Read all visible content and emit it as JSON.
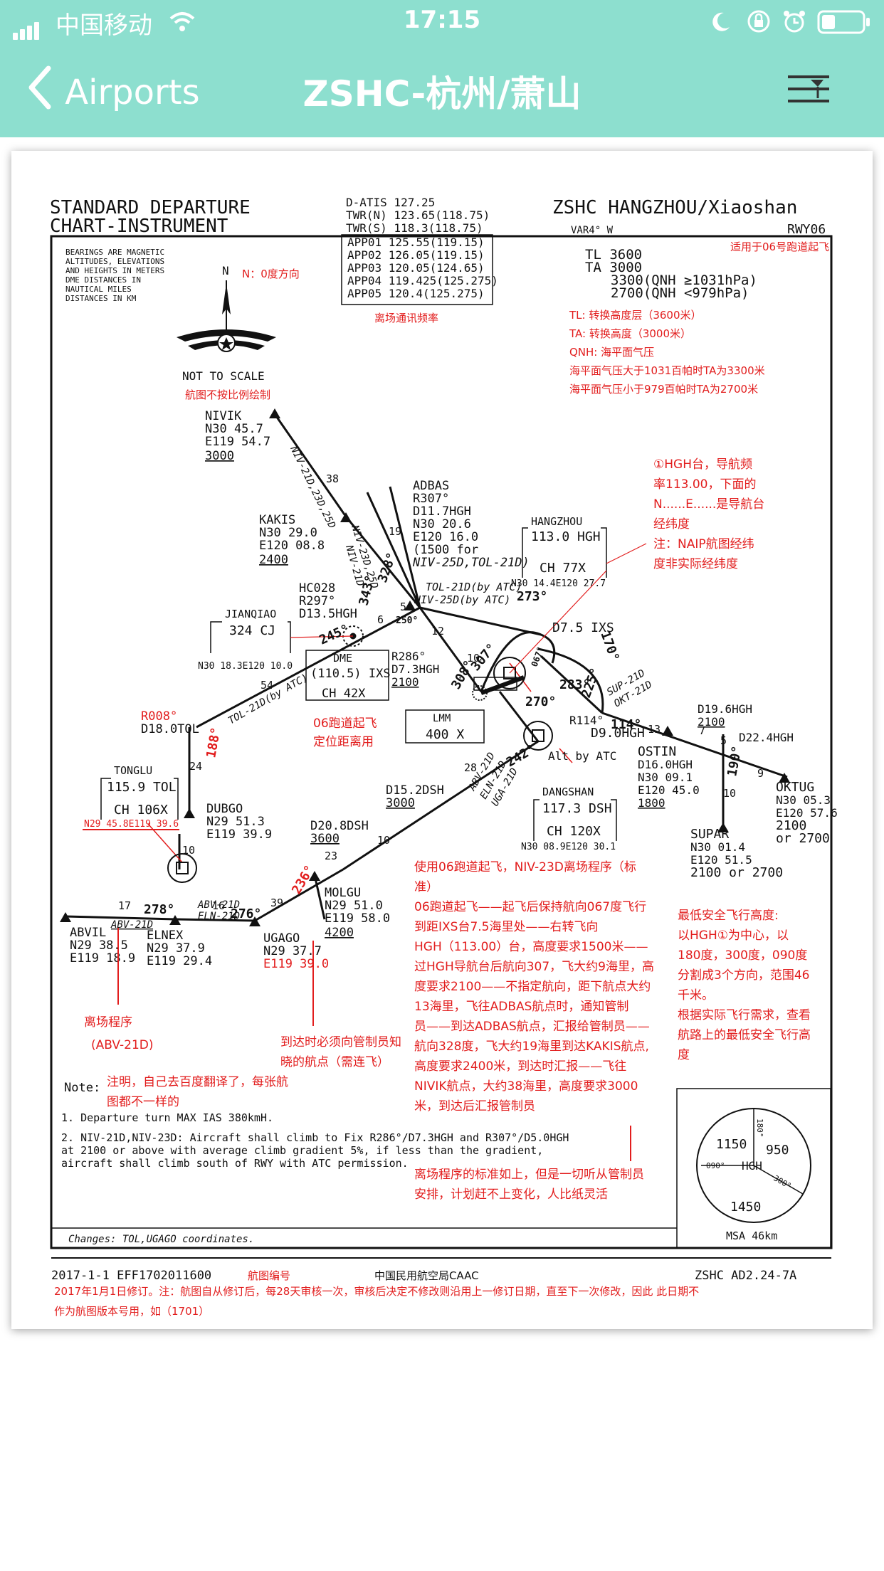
{
  "status_bar": {
    "carrier": "中国移动",
    "time": "17:15"
  },
  "nav": {
    "back_label": "Airports",
    "title": "ZSHC-杭州/萧山"
  },
  "chart": {
    "header_left_1": "STANDARD DEPARTURE",
    "header_left_2": "CHART-INSTRUMENT",
    "atis": [
      "D-ATIS 127.25",
      "TWR(N) 123.65(118.75)",
      "TWR(S) 118.3(118.75)"
    ],
    "app": [
      "APP01  125.55(119.15)",
      "APP02  126.05(119.15)",
      "APP03  120.05(124.65)",
      "APP04  119.425(125.275)",
      "APP05  120.4(125.275)"
    ],
    "app_note": "离场通讯频率",
    "airport": "ZSHC  HANGZHOU/Xiaoshan",
    "var": "VAR4° W",
    "rwy": "RWY06",
    "rwy_note": "适用于06号跑道起飞",
    "tl": "TL 3600",
    "ta": "TA 3000",
    "ta1": "3300(QNH ≥1031hPa)",
    "ta2": "2700(QNH <979hPa)",
    "notes_red": [
      "TL: 转换高度层（3600米）",
      "TA: 转换高度（3000米）",
      "QNH: 海平面气压",
      "海平面气压大于1031百帕时TA为3300米",
      "海平面气压小于979百帕时TA为2700米"
    ],
    "bearing_note": [
      "BEARINGS ARE MAGNETIC",
      "ALTITUDES, ELEVATIONS",
      "AND HEIGHTS IN METERS",
      "DME    DISTANCES    IN",
      "NAUTICAL           MILES",
      "DISTANCES IN KM"
    ],
    "north": "N",
    "north_note": "N：0度方向",
    "not_to_scale": "NOT TO SCALE",
    "not_to_scale_note": "航图不按比例绘制",
    "nivik": [
      "NIVIK",
      "N30 45.7",
      "E119 54.7",
      "3000"
    ],
    "kakis": [
      "KAKIS",
      "N30 29.0",
      "E120 08.8",
      "2400"
    ],
    "adbas": [
      "ADBAS",
      "R307°",
      "D11.7HGH",
      "N30 20.6",
      "E120 16.0",
      "(1500 for",
      "NIV-25D,TOL-21D)"
    ],
    "hc028": [
      "HC028",
      "R297°",
      "D13.5HGH"
    ],
    "jianqiao": [
      "JIANQIAO",
      "324 CJ",
      "N30 18.3E120 10.0"
    ],
    "hangzhou": [
      "HANGZHOU",
      "113.0 HGH",
      "CH 77X",
      "N30 14.4E120 27.7"
    ],
    "hgh_note": [
      "①HGH台，导航频",
      "率113.00，下面的",
      "N......E......是导航台",
      "经纬度",
      "注：NAIP航图经纬",
      "度非实际经纬度"
    ],
    "dme": [
      "DME",
      "(110.5) IXS",
      "CH 42X"
    ],
    "dme_note": [
      "06跑道起飞",
      "定位距离用"
    ],
    "lmm": [
      "LMM",
      "400 X"
    ],
    "r286": [
      "R286°",
      "D7.3HGH",
      "2100"
    ],
    "d75": "D7.5 IXS",
    "d90": [
      "R114°",
      "D9.0HGH"
    ],
    "ostin": [
      "OSTIN",
      "D16.0HGH",
      "N30 09.1",
      "E120 45.0",
      "1800"
    ],
    "d196": [
      "D19.6HGH",
      "2100"
    ],
    "d224": "D22.4HGH",
    "oktug": [
      "OKTUG",
      "N30 05.3",
      "E120 57.6",
      "2100",
      "or 2700"
    ],
    "supar": [
      "SUPAR",
      "N30 01.4",
      "E120 51.5",
      "2100 or 2700"
    ],
    "dangshan": [
      "DANGSHAN",
      "117.3 DSH",
      "CH 120X",
      "N30 08.9E120 30.1"
    ],
    "d152": [
      "D15.2DSH",
      "3000"
    ],
    "d208": [
      "D20.8DSH",
      "3600"
    ],
    "molgu": [
      "MOLGU",
      "N29 51.0",
      "E119 58.0",
      "4200"
    ],
    "ugago": [
      "UGAGO",
      "N29 37.7",
      "E119 39.0"
    ],
    "elnex": [
      "ELNEX",
      "N29 37.9",
      "E119 29.4"
    ],
    "abvil": [
      "ABVIL",
      "N29 38.5",
      "E119 18.9"
    ],
    "dubgo": [
      "DUBGO",
      "N29 51.3",
      "E119 39.9"
    ],
    "tonglu": [
      "TONGLU",
      "115.9 TOL",
      "CH 106X",
      "N29 45.8E119 39.6"
    ],
    "r008": "R008°",
    "d18": "D18.0TOL",
    "routes": [
      "NIV-21D,23D,25D",
      "NIV-23D,25D",
      "NIV-21D",
      "TOL-21D(by ATC)",
      "NIV-25D(by ATC)",
      "TOL-21D(by ATC)",
      "ABV-21D",
      "ELN-21D",
      "UGA-21D",
      "SUP-21D",
      "OKT-21D",
      "ABV-21D",
      "ELN-21D",
      "ABV-21D"
    ],
    "headings": [
      "328°",
      "343°",
      "273°",
      "245°",
      "250°",
      "308°",
      "307°",
      "283°",
      "270°",
      "225°",
      "170°",
      "242°",
      "114°",
      "190°",
      "188°",
      "236°",
      "276°",
      "278°",
      "067°"
    ],
    "distances": [
      "38",
      "19",
      "5",
      "6",
      "12",
      "10",
      "54",
      "24",
      "10",
      "28",
      "10",
      "23",
      "39",
      "16",
      "17",
      "13",
      "7",
      "5",
      "9",
      "10"
    ],
    "alt_by_atc": "Alt by ATC",
    "note_label": "Note:",
    "note_red": [
      "注明，自己去百度翻译了，每张航",
      "图都不一样的"
    ],
    "note1": "1. Departure turn MAX IAS 380kmH.",
    "note2": [
      "2. NIV-21D,NIV-23D: Aircraft shall climb to Fix R286°/D7.3HGH and R307°/D5.0HGH",
      "   at 2100 or above with average climb gradient 5%, if less than the gradient,",
      "   aircraft shall climb south of RWY with ATC permission."
    ],
    "procedure_note": "离场程序",
    "procedure_name": "(ABV-21D)",
    "molgu_note": [
      "到达时必须向管制员知",
      "晓的航点（需连飞）"
    ],
    "desc_red": [
      "使用06跑道起飞，NIV-23D离场程序（标",
      "准）",
      "06跑道起飞——起飞后保持航向067度飞行",
      "到距IXS台7.5海里处——右转飞向",
      "HGH（113.00）台，高度要求1500米——",
      "过HGH导航台后航向307，飞大约9海里，高",
      "度要求2100——不指定航向，距下航点大约",
      "13海里，飞往ADBAS航点时，通知管制",
      "员——到达ADBAS航点，汇报给管制员——",
      "航向328度，飞大约19海里到达KAKIS航点,",
      "高度要求2400米，到达时汇报——飞往",
      "NIVIK航点，大约38海里，高度要求3000",
      "米，到达后汇报管制员"
    ],
    "desc_red2": [
      "离场程序的标准如上，但是一切听从管制员",
      "安排，计划赶不上变化，人比纸灵活"
    ],
    "msa_red": [
      "最低安全飞行高度:",
      "以HGH①为中心，以",
      "180度，300度，090度",
      "分割成3个方向，范围46",
      "千米。",
      "根据实际飞行需求，查看",
      "航路上的最低安全飞行高",
      "度"
    ],
    "msa": {
      "a": "1150",
      "b": "950",
      "c": "1450",
      "center": "HGH",
      "r180": "180°",
      "r090": "090°",
      "r300": "300°",
      "label": "MSA 46km"
    },
    "changes": "Changes: TOL,UGAGO coordinates.",
    "footer_left": "2017-1-1  EFF1702011600",
    "footer_left_red": "航图编号",
    "footer_center": "中国民用航空局CAAC",
    "footer_right": "ZSHC  AD2.24-7A",
    "footer_red": [
      "2017年1月1日修订。注：航图自从修订后，每28天审核一次，审核后决定不修改则沿用上一修订日期，直至下一次修改，因此 此日期不",
      "作为航图版本号用，如（1701）"
    ]
  },
  "colors": {
    "header_bg": "#8ddfcf",
    "annotation_red": "#e21d1d",
    "ink": "#111111"
  }
}
